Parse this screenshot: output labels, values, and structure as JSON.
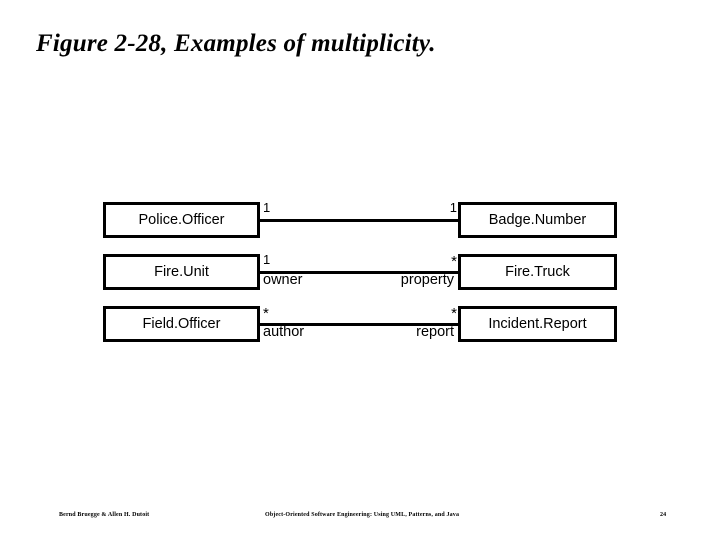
{
  "slide": {
    "title": "Figure 2-28, Examples of multiplicity."
  },
  "diagram": {
    "type": "uml-class-association",
    "associations": [
      {
        "left_class": "Police.Officer",
        "right_class": "Badge.Number",
        "near_multiplicity": "1",
        "far_multiplicity": "1",
        "near_role": "",
        "far_role": ""
      },
      {
        "left_class": "Fire.Unit",
        "right_class": "Fire.Truck",
        "near_multiplicity": "1",
        "far_multiplicity": "*",
        "near_role": "owner",
        "far_role": "property"
      },
      {
        "left_class": "Field.Officer",
        "right_class": "Incident.Report",
        "near_multiplicity": "*",
        "far_multiplicity": "*",
        "near_role": "author",
        "far_role": "report"
      }
    ]
  },
  "footer": {
    "authors": "Bernd Bruegge & Allen H. Dutoit",
    "book": "Object-Oriented Software Engineering: Using UML, Patterns, and Java",
    "page_number": "24"
  }
}
